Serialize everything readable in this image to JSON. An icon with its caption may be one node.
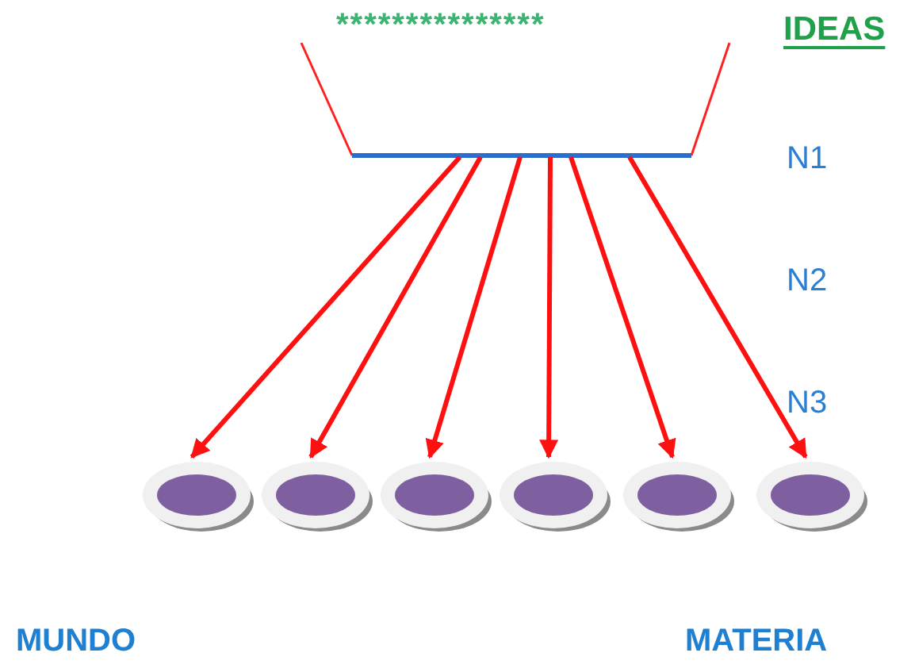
{
  "diagram": {
    "nodes": [
      {
        "text": [],
        "shape": "bar"
      },
      {
        "text": [],
        "shape": "disc"
      },
      {
        "text": [],
        "shape": "disc"
      },
      {
        "text": [],
        "shape": "disc"
      },
      {
        "text": [],
        "shape": "disc"
      },
      {
        "text": [],
        "shape": "disc"
      },
      {
        "text": [],
        "shape": "disc"
      }
    ],
    "edges": [
      {
        "from": 0,
        "to": 1,
        "arrow": "to"
      },
      {
        "from": 0,
        "to": 2,
        "arrow": "to"
      },
      {
        "from": 0,
        "to": 3,
        "arrow": "to"
      },
      {
        "from": 0,
        "to": 4,
        "arrow": "to"
      },
      {
        "from": 0,
        "to": 5,
        "arrow": "to"
      },
      {
        "from": 0,
        "to": 6,
        "arrow": "to"
      }
    ],
    "labels": [
      "***************",
      "IDEAS",
      "N1",
      "N2",
      "N3",
      "MUNDO",
      "MATERIA"
    ]
  }
}
